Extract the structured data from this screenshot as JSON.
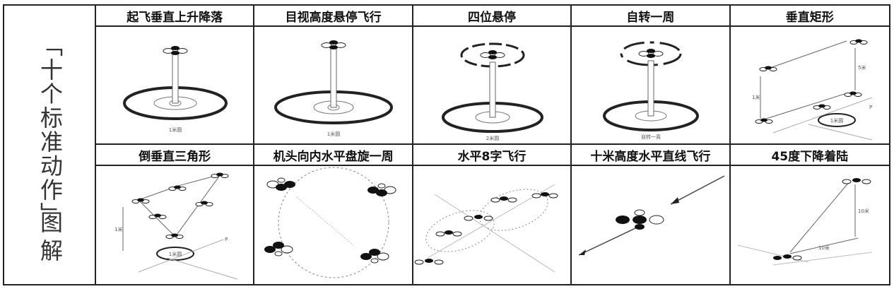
{
  "side": {
    "title": "「十个标准动作」",
    "subtitle": "图解"
  },
  "maneuvers": [
    {
      "title": "起飞垂直上升降落",
      "label": "1米圆"
    },
    {
      "title": "目视高度悬停飞行",
      "label": "1米圆"
    },
    {
      "title": "四位悬停",
      "label": "2米圆"
    },
    {
      "title": "自转一周",
      "label": "自转一周"
    },
    {
      "title": "垂直矩形",
      "label_top": "5米",
      "label_side": "1米",
      "label_circle": "1米圆",
      "label_p": "P"
    },
    {
      "title": "倒垂直三角形",
      "label_side": "1米",
      "label_circle": "1米圆",
      "label_p": "P"
    },
    {
      "title": "机头向内水平盘旋一周"
    },
    {
      "title": "水平8字飞行"
    },
    {
      "title": "十米高度水平直线飞行"
    },
    {
      "title": "45度下降着陆",
      "label_side": "10米",
      "label_diag": "10米"
    }
  ],
  "colors": {
    "line": "#222222",
    "drone_dark": "#111111",
    "drone_light": "#ffffff"
  }
}
